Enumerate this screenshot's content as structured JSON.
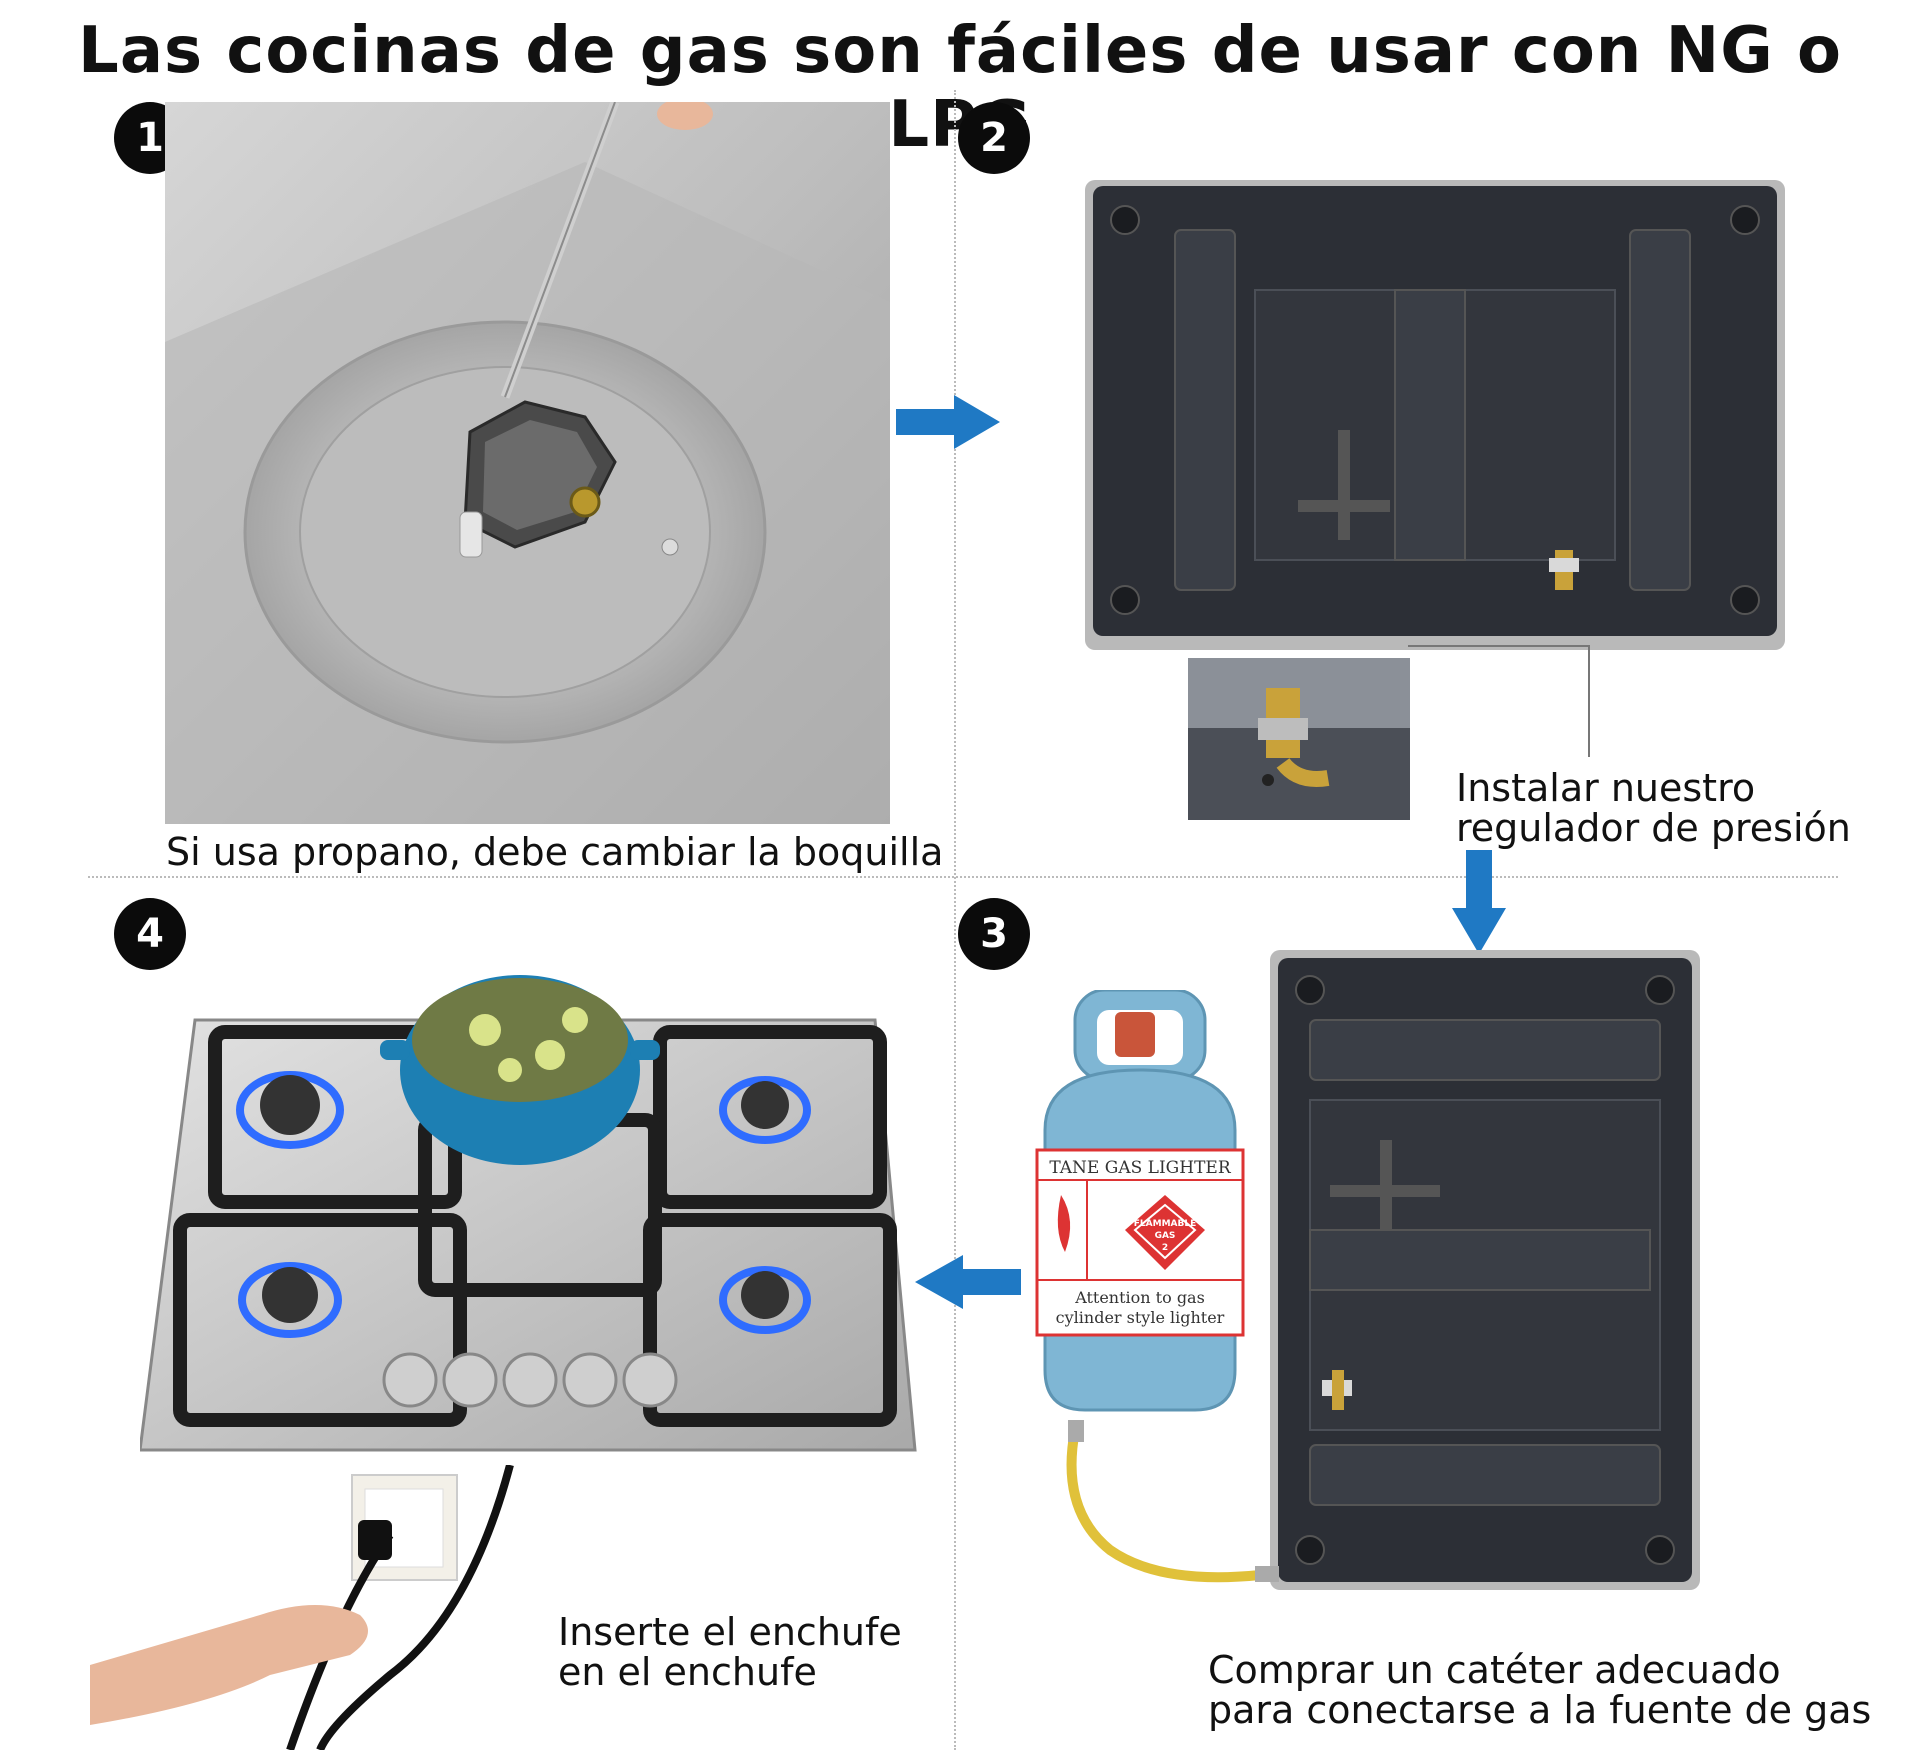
{
  "title": "Las cocinas de gas son fáciles de usar con NG o LPG",
  "steps": [
    {
      "number": "1",
      "caption": "Si usa propano, debe cambiar la boquilla"
    },
    {
      "number": "2",
      "caption_lines": [
        "Instalar nuestro",
        "regulador de presión"
      ]
    },
    {
      "number": "3",
      "caption_lines": [
        "Comprar un catéter adecuado",
        "para conectarse a la fuente de gas"
      ]
    },
    {
      "number": "4",
      "caption_lines": [
        "Inserte el enchufe",
        "en el enchufe"
      ]
    }
  ],
  "cylinder_label": {
    "line1": "TANE GAS LIGHTER",
    "diamond": [
      "FLAMMABLE",
      "GAS",
      "2"
    ],
    "line2": "Attention to gas",
    "line3": "cylinder style lighter"
  },
  "colors": {
    "arrow": "#1f79c4",
    "badge": "#0b0b0b",
    "cylinder": "#7fb6d4",
    "flame": "#2f6cff",
    "pot": "#1d7fb3"
  }
}
